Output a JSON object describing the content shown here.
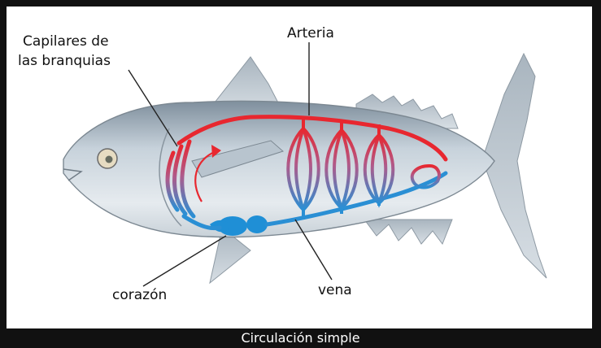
{
  "labels": {
    "gill_capillaries_line1": "Capilares de",
    "gill_capillaries_line2": "las branquias",
    "artery": "Arteria",
    "heart": "corazón",
    "vein": "vena"
  },
  "caption": "Circulación simple",
  "colors": {
    "background": "#111111",
    "artery": "#e8272f",
    "vein": "#2a8fd4",
    "fish_body": "#c9d3dc",
    "heart": "#1f8fd6"
  }
}
